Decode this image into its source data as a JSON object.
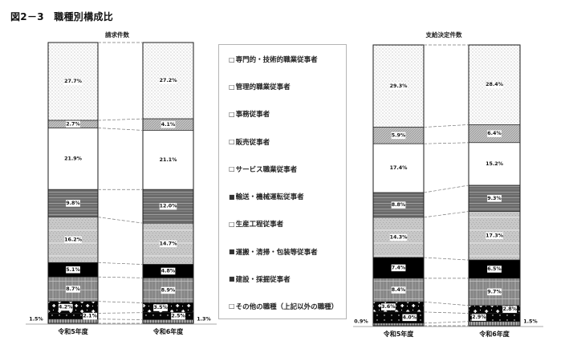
{
  "page_title": "図2－3　職種別構成比",
  "legend": {
    "items": [
      {
        "marker": "□",
        "label": "専門的・技術的職業従事者"
      },
      {
        "marker": "□",
        "label": "管理的職業従事者"
      },
      {
        "marker": "□",
        "label": "事務従事者"
      },
      {
        "marker": "□",
        "label": "販売従事者"
      },
      {
        "marker": "□",
        "label": "サービス職業従事者"
      },
      {
        "marker": "■",
        "label": "輸送・機械運転従事者"
      },
      {
        "marker": "□",
        "label": "生産工程従事者"
      },
      {
        "marker": "■",
        "label": "運搬・清掃・包装等従事者"
      },
      {
        "marker": "■",
        "label": "建設・採掘従事者"
      },
      {
        "marker": "□",
        "label": "その他の職種（上記以外の職種）"
      }
    ]
  },
  "chart_data": [
    {
      "type": "bar",
      "stacked": true,
      "title": "請求件数",
      "categories": [
        "令和5年度",
        "令和6年度"
      ],
      "unit": "%",
      "ylim": [
        0,
        100
      ],
      "grid": false,
      "legend_position": "between charts",
      "series": [
        {
          "name": "専門的・技術的職業従事者",
          "values": [
            27.7,
            27.2
          ],
          "labels": [
            "27.7%",
            "27.2%"
          ]
        },
        {
          "name": "管理的職業従事者",
          "values": [
            2.7,
            4.1
          ],
          "labels": [
            "2.7%",
            "4.1%"
          ]
        },
        {
          "name": "事務従事者",
          "values": [
            21.9,
            21.1
          ],
          "labels": [
            "21.9%",
            "21.1%"
          ]
        },
        {
          "name": "販売従事者",
          "values": [
            9.8,
            12.0
          ],
          "labels": [
            "9.8%",
            "12.0%"
          ]
        },
        {
          "name": "サービス職業従事者",
          "values": [
            16.2,
            14.7
          ],
          "labels": [
            "16.2%",
            "14.7%"
          ]
        },
        {
          "name": "輸送・機械運転従事者",
          "values": [
            5.1,
            4.8
          ],
          "labels": [
            "5.1%",
            "4.8%"
          ]
        },
        {
          "name": "生産工程従事者",
          "values": [
            8.7,
            8.9
          ],
          "labels": [
            "8.7%",
            "8.9%"
          ]
        },
        {
          "name": "運搬・清掃・包装等従事者",
          "values": [
            4.2,
            3.5
          ],
          "labels": [
            "4.2%",
            "3.5%"
          ]
        },
        {
          "name": "建設・採掘従事者",
          "values": [
            2.1,
            2.5
          ],
          "labels": [
            "2.1%",
            "2.5%"
          ]
        },
        {
          "name": "その他の職種（上記以外の職種）",
          "values": [
            1.5,
            1.3
          ],
          "labels": [
            "1.5%",
            "1.3%"
          ]
        }
      ]
    },
    {
      "type": "bar",
      "stacked": true,
      "title": "支給決定件数",
      "categories": [
        "令和5年度",
        "令和6年度"
      ],
      "unit": "%",
      "ylim": [
        0,
        100
      ],
      "grid": false,
      "legend_position": "between charts",
      "series": [
        {
          "name": "専門的・技術的職業従事者",
          "values": [
            29.3,
            28.4
          ],
          "labels": [
            "29.3%",
            "28.4%"
          ]
        },
        {
          "name": "管理的職業従事者",
          "values": [
            5.9,
            6.4
          ],
          "labels": [
            "5.9%",
            "6.4%"
          ]
        },
        {
          "name": "事務従事者",
          "values": [
            17.4,
            15.2
          ],
          "labels": [
            "17.4%",
            "15.2%"
          ]
        },
        {
          "name": "販売従事者",
          "values": [
            8.8,
            9.3
          ],
          "labels": [
            "8.8%",
            "9.3%"
          ]
        },
        {
          "name": "サービス職業従事者",
          "values": [
            14.3,
            17.3
          ],
          "labels": [
            "14.3%",
            "17.3%"
          ]
        },
        {
          "name": "輸送・機械運転従事者",
          "values": [
            7.4,
            6.5
          ],
          "labels": [
            "7.4%",
            "6.5%"
          ]
        },
        {
          "name": "生産工程従事者",
          "values": [
            8.4,
            9.7
          ],
          "labels": [
            "8.4%",
            "9.7%"
          ]
        },
        {
          "name": "運搬・清掃・包装等従事者",
          "values": [
            3.6,
            2.8
          ],
          "labels": [
            "3.6%",
            "2.8%"
          ]
        },
        {
          "name": "建設・採掘従事者",
          "values": [
            4.0,
            2.9
          ],
          "labels": [
            "4.0%",
            "2.9%"
          ]
        },
        {
          "name": "その他の職種（上記以外の職種）",
          "values": [
            0.9,
            1.5
          ],
          "labels": [
            "0.9%",
            "1.5%"
          ]
        }
      ]
    }
  ]
}
